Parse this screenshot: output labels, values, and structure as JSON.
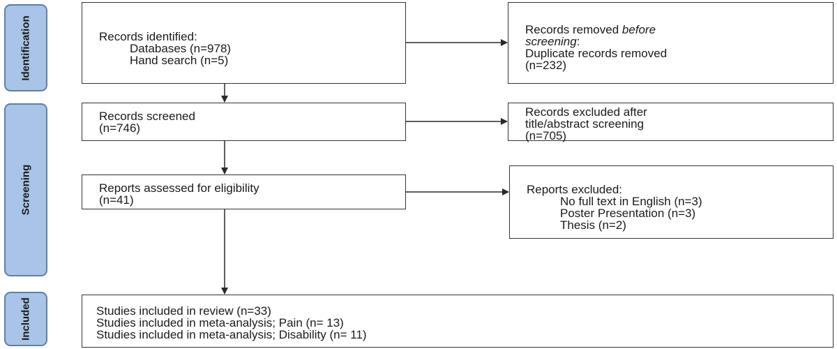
{
  "phases": {
    "identification": "Identification",
    "screening": "Screening",
    "included": "Included"
  },
  "identified": {
    "title": "Records identified:",
    "items": [
      "Databases (n=978)",
      "Hand search (n=5)"
    ]
  },
  "removed": {
    "line1": "Records removed",
    "line1_em": "before",
    "line2_em": "screening",
    "line2_rest": ":",
    "line3": "Duplicate records removed",
    "line4": "(n=232)"
  },
  "screened": {
    "line1": "Records screened",
    "line2": "(n=746)"
  },
  "excluded_ta": {
    "line1": "Records excluded after",
    "line2": "title/abstract screening",
    "line3": "(n=705)"
  },
  "eligibility": {
    "line1": "Reports assessed for eligibility",
    "line2": "(n=41)"
  },
  "excluded_reports": {
    "title": "Reports excluded:",
    "items": [
      "No full text in English (n=3)",
      "Poster Presentation (n=3)",
      "Thesis (n=2)"
    ]
  },
  "included": {
    "items": [
      "Studies included in review (n=33)",
      "Studies included in meta-analysis; Pain (n= 13)",
      "Studies included in meta-analysis; Disability (n= 11)"
    ]
  },
  "colors": {
    "phase_fill": "#a9c4e6",
    "phase_border": "#5f7fa8",
    "box_border": "#333333",
    "arrow": "#2a2a2a"
  }
}
